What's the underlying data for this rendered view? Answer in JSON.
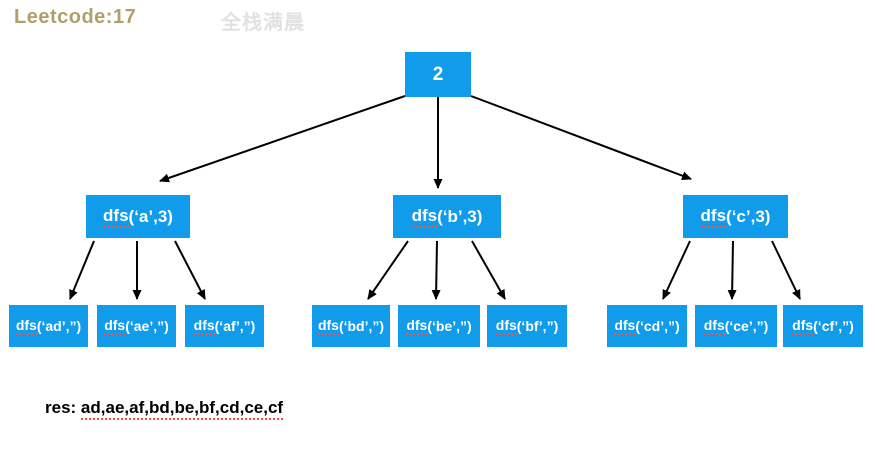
{
  "header": {
    "title": "Leetcode:17",
    "watermark": "全栈满晨"
  },
  "colors": {
    "node_blue": "#119BEB",
    "title_tan": "#AFA06B",
    "watermark_gray": "#E2E2E2",
    "spellcheck_red": "#FF4D42",
    "arrow_black": "#000000"
  },
  "tree": {
    "root": {
      "label": "2"
    },
    "branches": [
      {
        "fn": "dfs",
        "args": "(‘a’,3)",
        "children": [
          {
            "fn": "dfs",
            "args": "(‘ad’,”)"
          },
          {
            "fn": "dfs",
            "args": "(‘ae’,”)"
          },
          {
            "fn": "dfs",
            "args": "(‘af’,”)"
          }
        ]
      },
      {
        "fn": "dfs",
        "args": "(‘b’,3)",
        "children": [
          {
            "fn": "dfs",
            "args": "(‘bd’,”)"
          },
          {
            "fn": "dfs",
            "args": "(‘be’,”)"
          },
          {
            "fn": "dfs",
            "args": "(‘bf’,”)"
          }
        ]
      },
      {
        "fn": "dfs",
        "args": "(‘c’,3)",
        "children": [
          {
            "fn": "dfs",
            "args": "(‘cd’,”)"
          },
          {
            "fn": "dfs",
            "args": "(‘ce’,”)"
          },
          {
            "fn": "dfs",
            "args": "(‘cf’,”)"
          }
        ]
      }
    ]
  },
  "result": {
    "label": "res:",
    "value": "ad,ae,af,bd,be,bf,cd,ce,cf"
  }
}
